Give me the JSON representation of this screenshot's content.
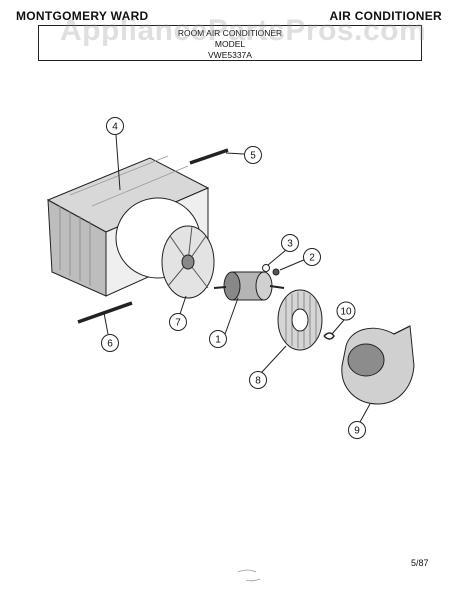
{
  "header": {
    "brand": "MONTGOMERY WARD",
    "category": "AIR CONDITIONER",
    "subtitle": "ROOM AIR CONDITIONER",
    "model_label": "MODEL",
    "model_number": "VWE5337A"
  },
  "watermark": "AppliancePartsPros.com",
  "callouts": [
    "1",
    "2",
    "3",
    "4",
    "5",
    "6",
    "7",
    "8",
    "9",
    "10"
  ],
  "footer": {
    "date_code": "5/87"
  }
}
